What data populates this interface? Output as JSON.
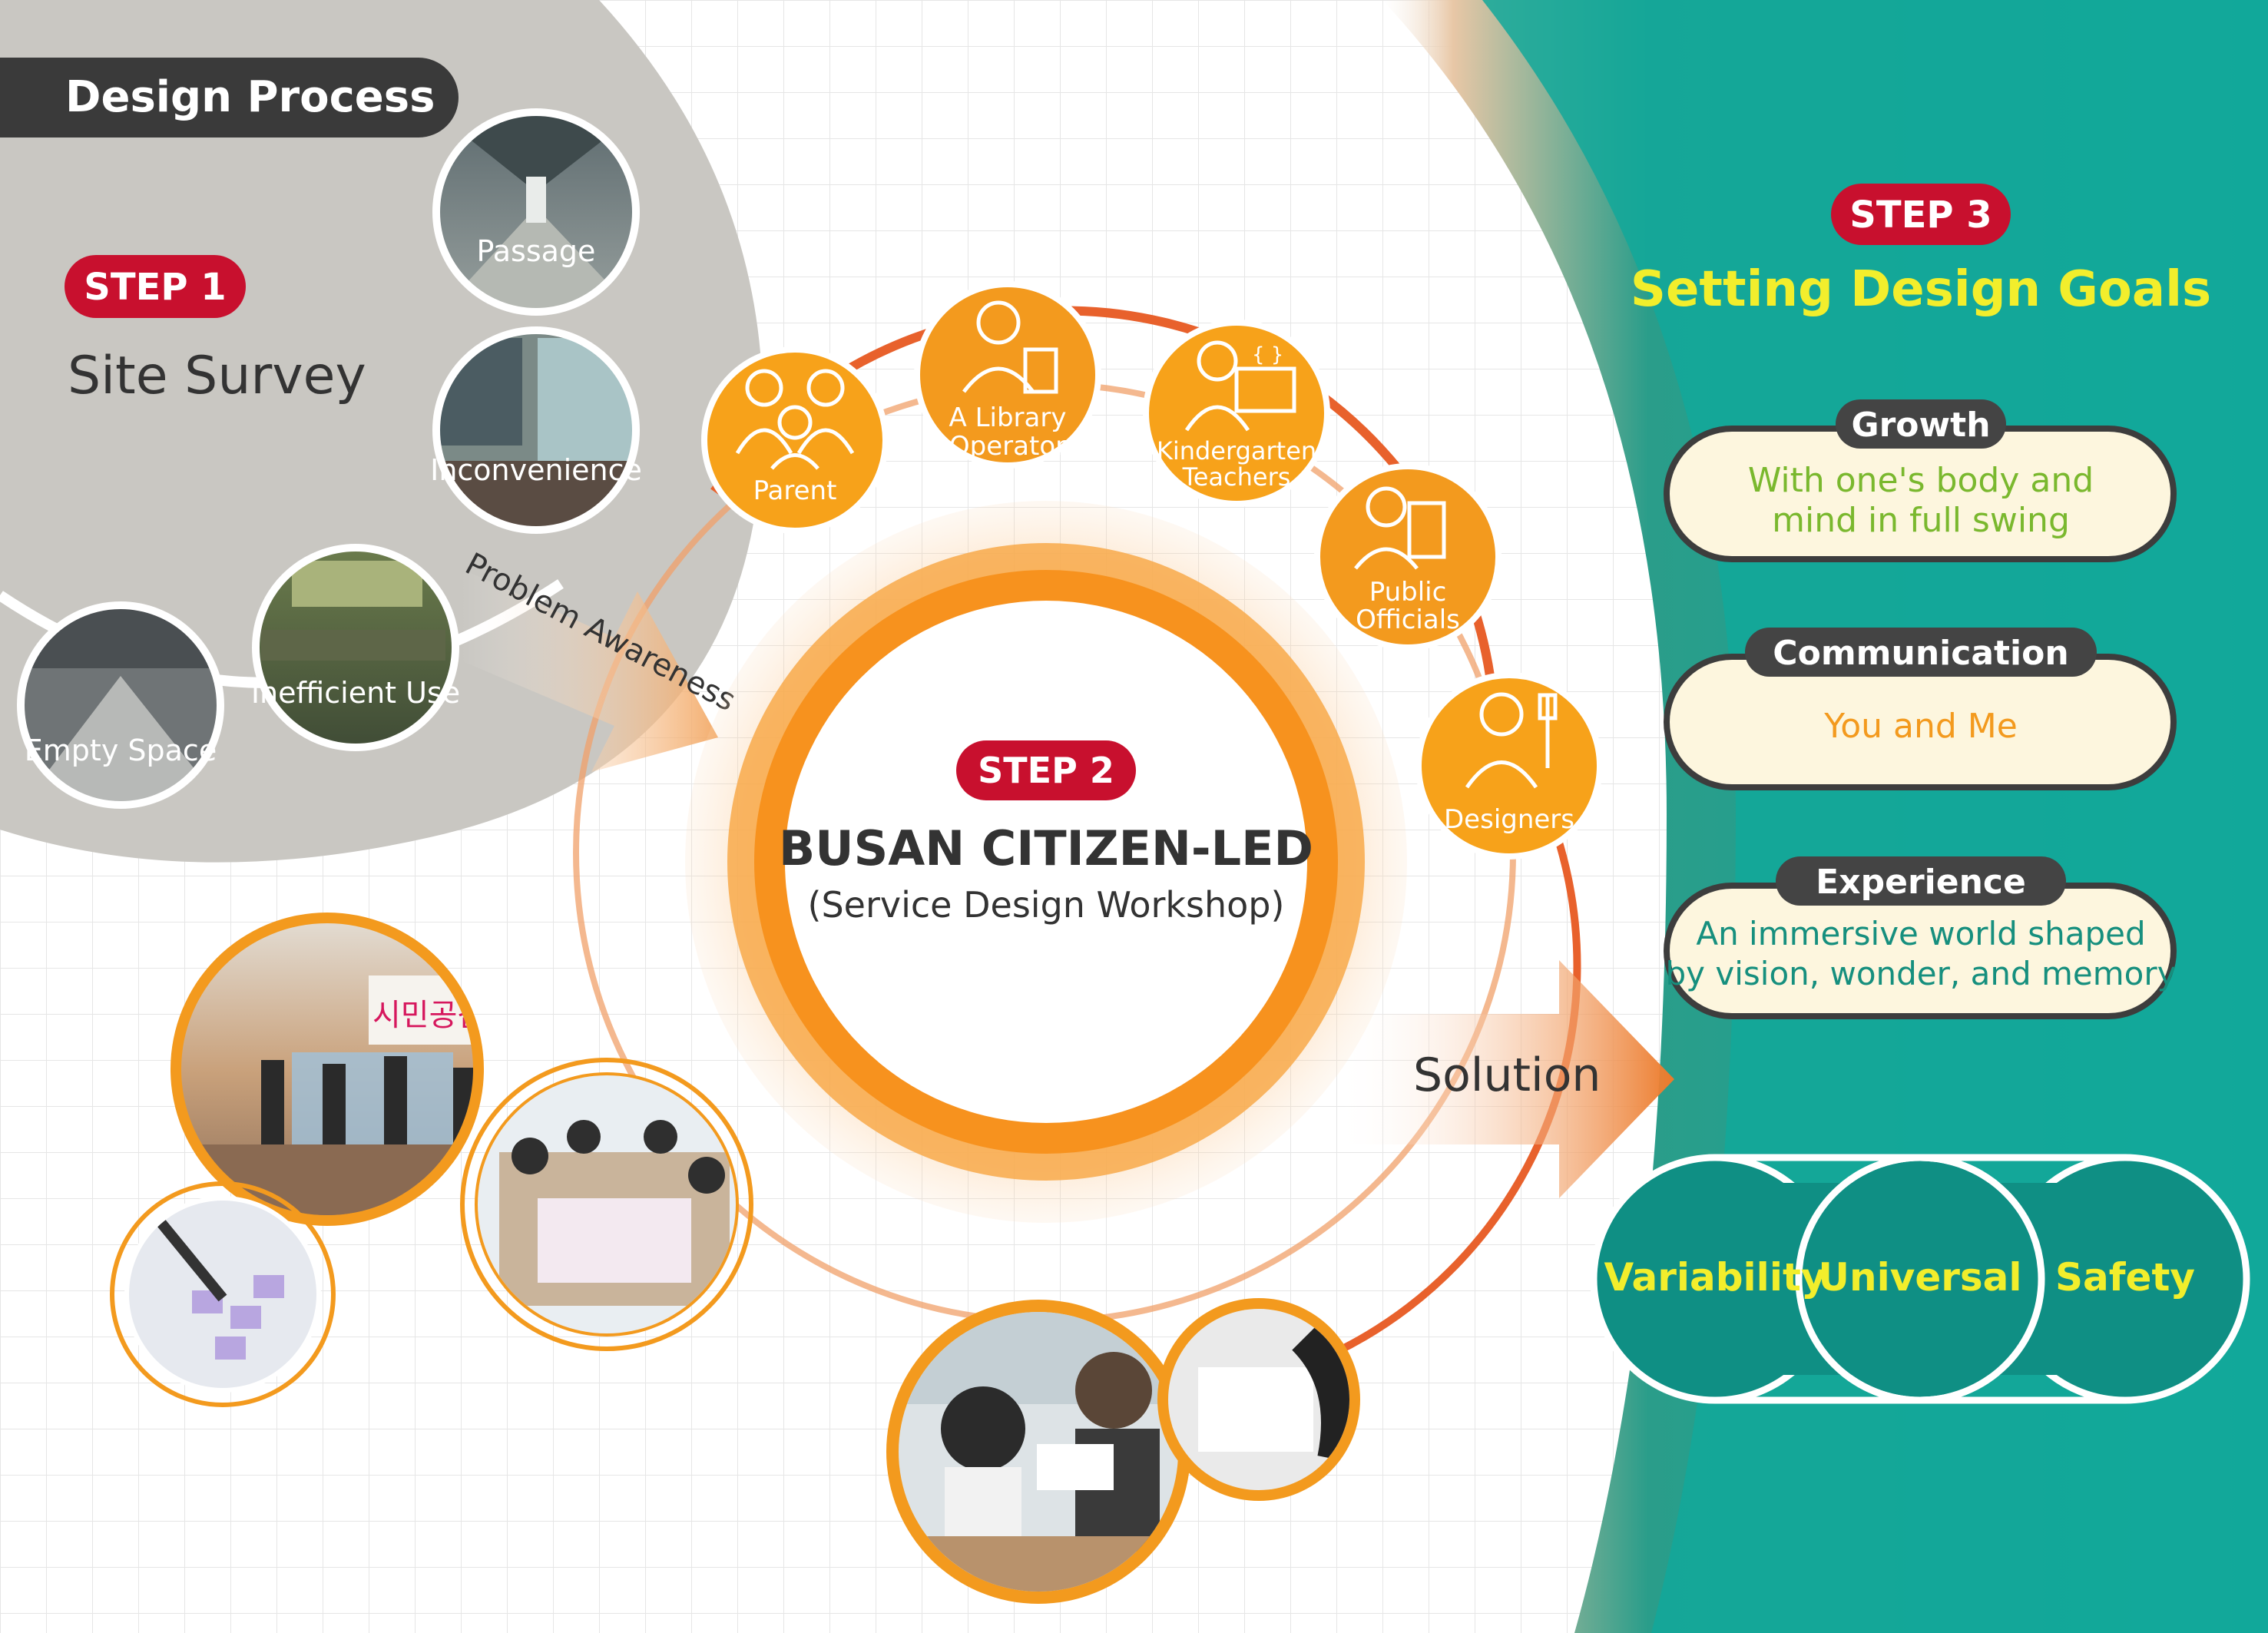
{
  "header": {
    "title": "Design Process"
  },
  "step1": {
    "badge": "STEP 1",
    "title": "Site Survey",
    "photos": [
      {
        "label": "Passage"
      },
      {
        "label": "Inconvenience"
      },
      {
        "label": "Inefficient Use"
      },
      {
        "label": "Empty Space"
      }
    ]
  },
  "flow": {
    "problem": "Problem Awareness",
    "solution": "Solution"
  },
  "step2": {
    "badge": "STEP 2",
    "title": "BUSAN CITIZEN-LED",
    "subtitle": "(Service Design Workshop)",
    "stakeholders": [
      {
        "line1": "Parent",
        "line2": "",
        "icon": "family-icon"
      },
      {
        "line1": "A Library",
        "line2": "Operator",
        "icon": "librarian-icon"
      },
      {
        "line1": "Kindergarten",
        "line2": "Teachers",
        "icon": "teacher-icon"
      },
      {
        "line1": "Public",
        "line2": "Officials",
        "icon": "official-icon"
      },
      {
        "line1": "Designers",
        "line2": "",
        "icon": "designer-icon"
      }
    ],
    "banner_text": "시민공감디자인단"
  },
  "step3": {
    "badge": "STEP 3",
    "title": "Setting Design Goals",
    "goals": [
      {
        "tag": "Growth",
        "line1": "With one's body and",
        "line2": "mind in full swing"
      },
      {
        "tag": "Communication",
        "line1": "You and Me",
        "line2": ""
      },
      {
        "tag": "Experience",
        "line1": "An immersive world shaped",
        "line2": "by vision, wonder, and memory"
      }
    ],
    "values": [
      "Variability",
      "Universal",
      "Safety"
    ]
  },
  "colors": {
    "badge_red": "#c8102e",
    "orange": "#f39a1e",
    "teal": "#13a89a",
    "yellow_text": "#f2ee2c",
    "green_text": "#7ab82e",
    "cream": "#fdf6de",
    "gray_panel": "#c9c7c2",
    "dark_tag": "#444444"
  }
}
